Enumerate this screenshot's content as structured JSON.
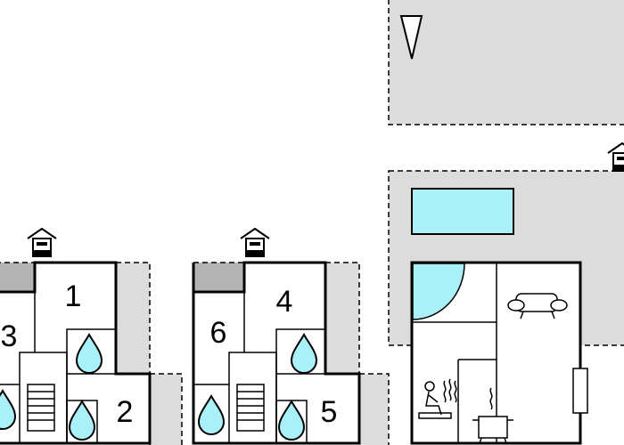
{
  "colors": {
    "terrace": "#dcdcdc",
    "wall": "#000000",
    "pool": "#aaf0f8",
    "water": "#aaf0f8",
    "roof": "#b4b4b4"
  },
  "rooms": {
    "r1": "1",
    "r2": "2",
    "r3": "3",
    "r4": "4",
    "r5": "5",
    "r6": "6"
  },
  "icons": {
    "entrance": "house-entrance-icon",
    "bathroom": "water-drop-icon",
    "stairs": "stairs-icon",
    "sauna": "sauna-icon",
    "kitchen": "cooking-pot-icon",
    "living": "sofa-icon",
    "heater": "radiator-icon",
    "pool": "pool-icon",
    "north": "north-arrow-icon"
  }
}
